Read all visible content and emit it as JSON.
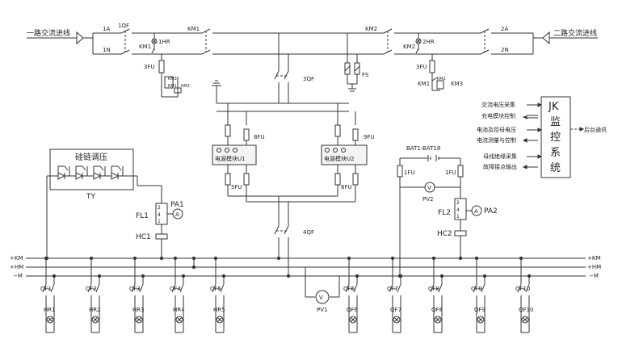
{
  "incoming": {
    "left_label": "一路交流进线",
    "right_label": "二路交流进线"
  },
  "phase": {
    "l1a": "1A",
    "l1n": "1N",
    "l2a": "2A",
    "l2n": "2N"
  },
  "breakers": {
    "qf1": "1QF",
    "qf3": "3QF",
    "qf4": "4QF"
  },
  "contactors": {
    "km1": "KM1",
    "km2": "KM2",
    "km3": "KM3"
  },
  "lamps": {
    "hr1": "1HR",
    "hr2": "2HR"
  },
  "fuses": {
    "fu3_left": "3FU",
    "fu3_right": "3FU",
    "fu8": "8FU",
    "fu9": "9FU",
    "fu5": "5FU",
    "fu6": "6FU",
    "fu1_left": "1FU",
    "fu1_right": "1FU"
  },
  "fs": "FS",
  "modules": {
    "u1": "电源模块U1",
    "u2": "电源模块U2"
  },
  "regulator": {
    "title": "硅链调压",
    "name": "TY"
  },
  "battery": "BAT1-BAT18",
  "meters": {
    "pa1": "PA1",
    "pa2": "PA2",
    "pv1": "PV1",
    "pv2": "PV2",
    "fl1": "FL1",
    "fl2": "FL2",
    "hc1": "HC1",
    "hc2": "HC2",
    "a_sym": "A",
    "v_sym": "V"
  },
  "monitor": {
    "title_lines": [
      "JK",
      "监",
      "控",
      "系",
      "统"
    ],
    "inputs": [
      "交流电压采集",
      "充电模块控制",
      "电池及控母电压",
      "电流测量与控制",
      "母线绝缘采集",
      "故障接点输出"
    ],
    "output": "后台通讯"
  },
  "buses": {
    "km": "+KM",
    "hm": "+HM",
    "m": "−M"
  },
  "feeders": [
    {
      "qf": "QF1",
      "hr": "HR1"
    },
    {
      "qf": "QF2",
      "hr": "HR2"
    },
    {
      "qf": "QF3",
      "hr": "HR3"
    },
    {
      "qf": "QF4",
      "hr": "HR4"
    },
    {
      "qf": "QF5",
      "hr": "HR5"
    },
    {
      "qf": "QF6",
      "hr": "QF6"
    },
    {
      "qf": "QF7",
      "hr": "QF7"
    },
    {
      "qf": "QF8",
      "hr": "QF8"
    },
    {
      "qf": "QF9",
      "hr": "QF9"
    },
    {
      "qf": "QF10",
      "hr": "QF10"
    }
  ]
}
